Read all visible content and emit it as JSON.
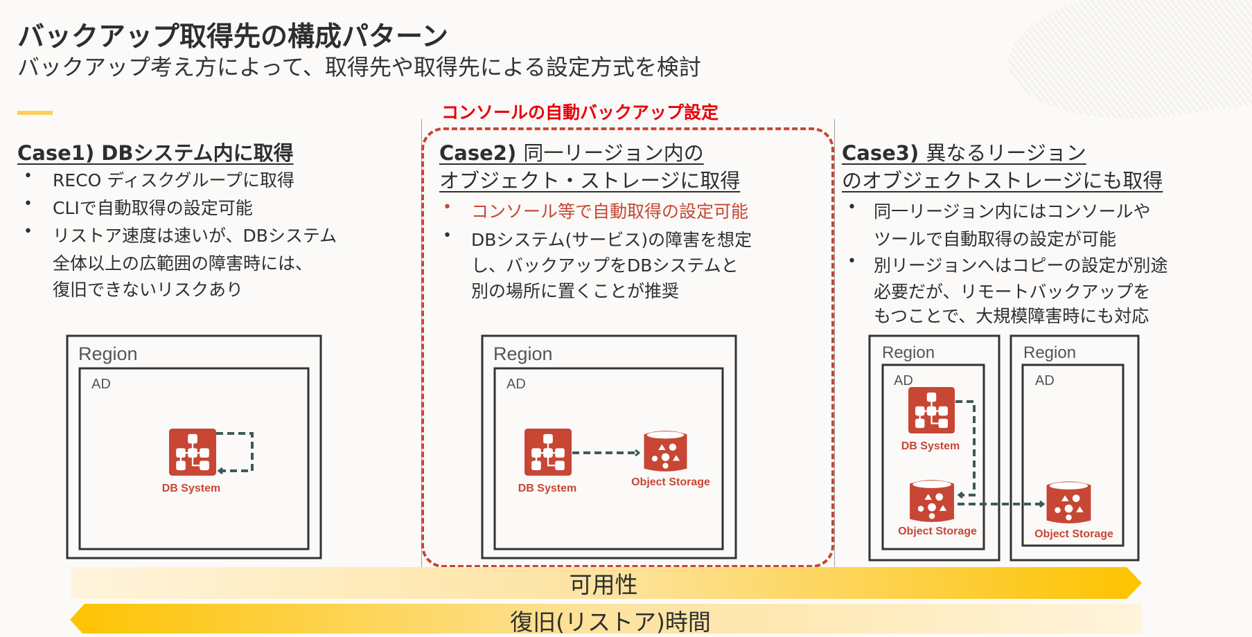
{
  "header": {
    "title": "バックアップ取得先の構成パターン",
    "subtitle": "バックアップ考え方によって、取得先や取得先による設定方式を検討"
  },
  "console_label": "コンソールの自動バックアップ設定",
  "cases": [
    {
      "heading_bold": "Case1) DBシステム内に取得",
      "heading_lines": [],
      "bullets": [
        {
          "lines": [
            "RECO ディスクグループに取得"
          ],
          "highlight": false
        },
        {
          "lines": [
            "CLIで自動取得の設定可能"
          ],
          "highlight": false
        },
        {
          "lines": [
            "リストア速度は速いが、DBシステム",
            "全体以上の広範囲の障害時には、",
            "復旧できないリスクあり"
          ],
          "highlight": false
        }
      ]
    },
    {
      "heading_bold": "Case2)",
      "heading_lines": [
        "同一リージョン内の",
        "オブジェクト・ストレージに取得"
      ],
      "bullets": [
        {
          "lines": [
            "コンソール等で自動取得の設定可能"
          ],
          "highlight": true
        },
        {
          "lines": [
            "DBシステム(サービス)の障害を想定",
            "し、バックアップをDBシステムと",
            "別の場所に置くことが推奨"
          ],
          "highlight": false
        }
      ]
    },
    {
      "heading_bold": "Case3)",
      "heading_lines": [
        "異なるリージョン",
        "のオブジェクトストレージにも取得"
      ],
      "bullets": [
        {
          "lines": [
            "同一リージョン内にはコンソールや",
            "ツールで自動取得の設定が可能"
          ],
          "highlight": false
        },
        {
          "lines": [
            "別リージョンへはコピーの設定が別途",
            "必要だが、リモートバックアップを",
            "もつことで、大規模障害時にも対応"
          ],
          "highlight": false
        }
      ]
    }
  ],
  "diagram": {
    "region_label": "Region",
    "ad_label": "AD",
    "db_system_label": "DB System",
    "object_storage_label": "Object Storage"
  },
  "bars": {
    "availability": "可用性",
    "restore_time": "復旧(リストア)時間"
  },
  "colors": {
    "accent_yellow": "#fbcf5f",
    "oracle_red": "#c74634",
    "highlight_red": "#e8000b",
    "arrow_teal": "#3d5a5a",
    "bar_gold": "#fdc300"
  }
}
